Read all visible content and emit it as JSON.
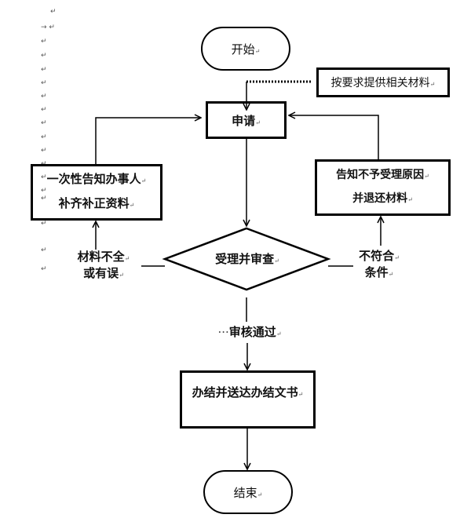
{
  "nodes": {
    "start": "开始",
    "provide_materials": "按要求提供相关材料",
    "apply": "申请",
    "notify_supplement_line1": "一次性告知办事人",
    "notify_supplement_line2": "补齐补正资料",
    "notify_reject_line1": "告知不予受理原因",
    "notify_reject_line2": "并退还材料",
    "review": "受理并审查",
    "conclude": "办结并送达办结文书",
    "end": "结束"
  },
  "labels": {
    "incomplete_line1": "材料不全",
    "incomplete_line2": "或有误",
    "not_qualified_line1": "不符合",
    "not_qualified_line2": "条件",
    "approved": "审核通过",
    "approved_prefix": "···"
  },
  "paragraph_mark": "↵"
}
